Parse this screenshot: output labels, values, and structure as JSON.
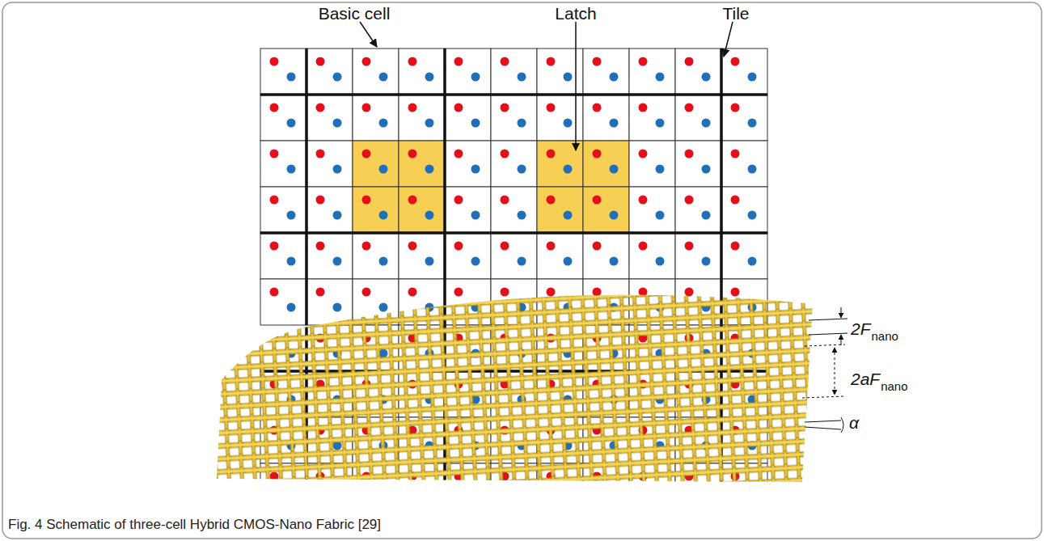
{
  "diagram": {
    "caption": "Fig. 4 Schematic of three-cell Hybrid CMOS-Nano Fabric [29]",
    "labels": [
      "Basic cell",
      "Latch",
      "Tile",
      "2F",
      "nano",
      "2aF",
      "nano",
      "α"
    ]
  }
}
